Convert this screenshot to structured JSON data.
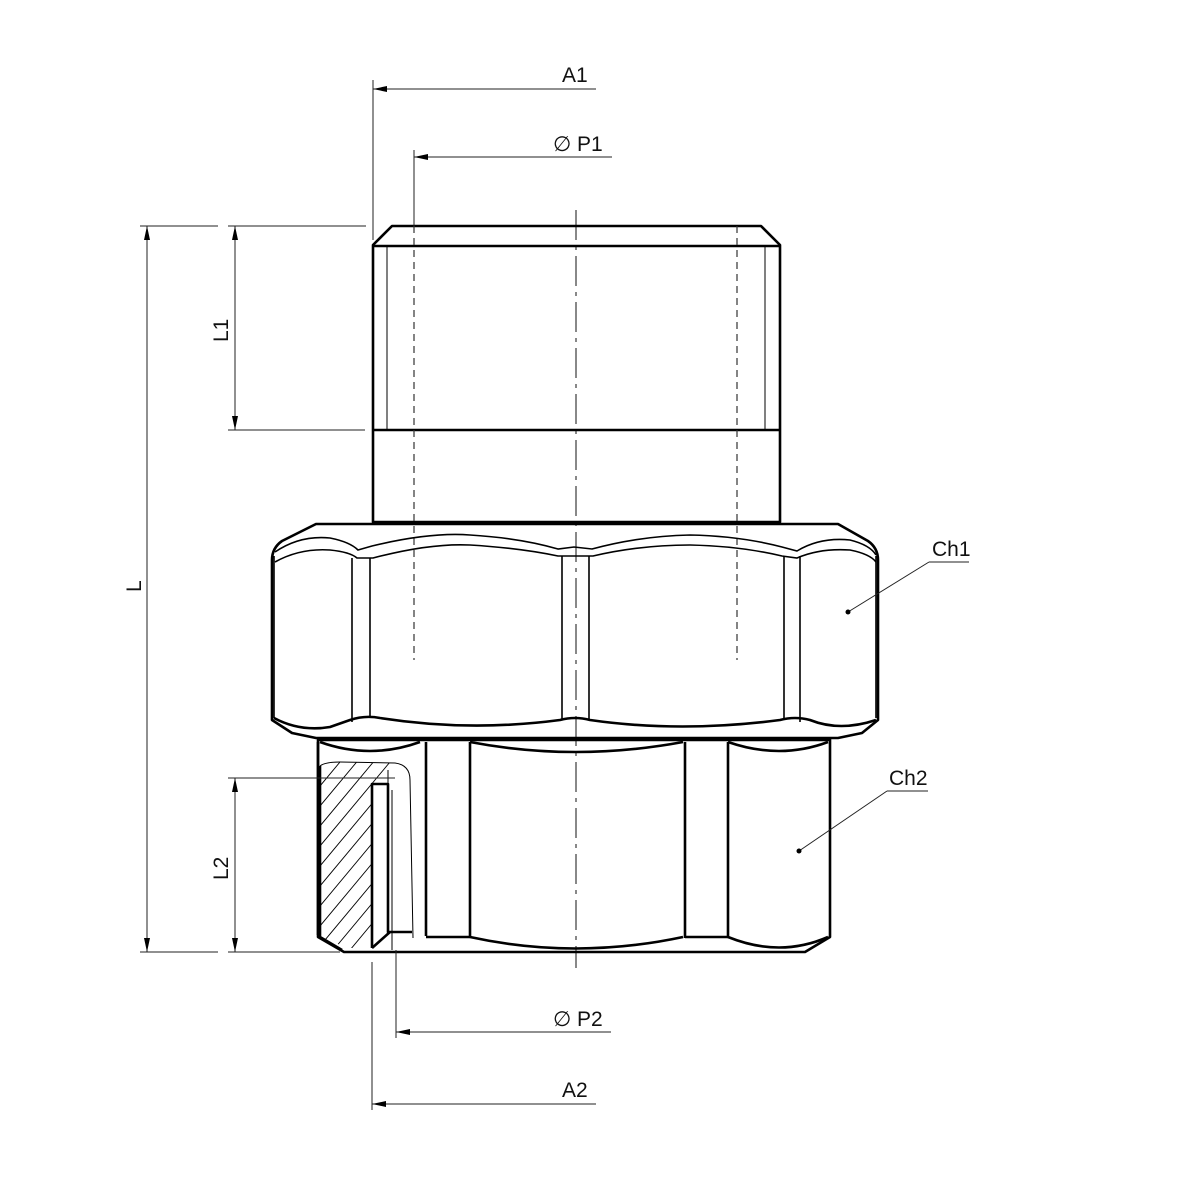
{
  "drawing": {
    "subject": "hex reducing fitting (male thread to female thread)",
    "background": "#ffffff",
    "line_color": "#000000"
  },
  "dimensions": {
    "A1": {
      "label": "A1"
    },
    "P1": {
      "symbol": "∅",
      "label": "P1"
    },
    "L": {
      "label": "L"
    },
    "L1": {
      "label": "L1"
    },
    "L2": {
      "label": "L2"
    },
    "P2": {
      "symbol": "∅",
      "label": "P2"
    },
    "A2": {
      "label": "A2"
    }
  },
  "callouts": {
    "Ch1": {
      "label": "Ch1"
    },
    "Ch2": {
      "label": "Ch2"
    }
  }
}
